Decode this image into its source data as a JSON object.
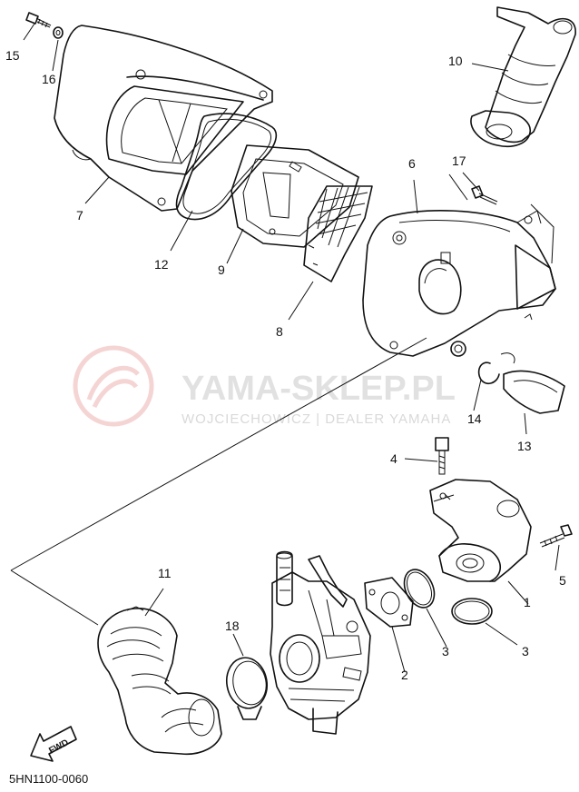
{
  "diagram_code": "5HN1100-0060",
  "watermark": {
    "brand": "YAMA-SKLEP.PL",
    "dealer": "WOJCIECHOWICZ | DEALER YAMAHA"
  },
  "fwd_label": "FWD",
  "callouts": {
    "c1": "1",
    "c2": "2",
    "c3a": "3",
    "c3b": "3",
    "c4": "4",
    "c5": "5",
    "c6": "6",
    "c7": "7",
    "c8": "8",
    "c9": "9",
    "c10": "10",
    "c11": "11",
    "c12": "12",
    "c13": "13",
    "c14": "14",
    "c15": "15",
    "c16": "16",
    "c17": "17",
    "c18": "18"
  }
}
